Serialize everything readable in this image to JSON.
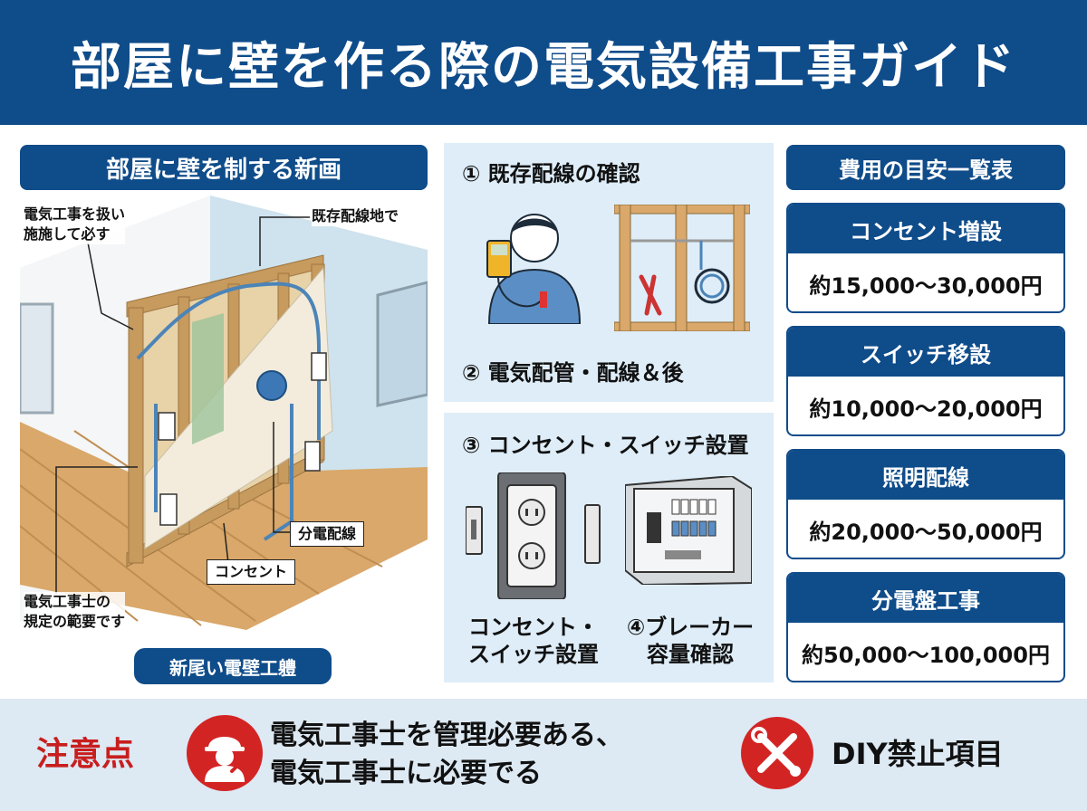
{
  "header": {
    "title": "部屋に壁を作る際の電気設備工事ガイド"
  },
  "left": {
    "title": "部屋に壁を制する新画",
    "callouts": {
      "top_left": "電気工事を扱い\n施施して必す",
      "top_right": "既存配線地で",
      "bottom_left": "電気工事士の\n規定の範要です",
      "distribution": "分電配線",
      "outlet": "コンセント"
    },
    "badge": "新尾い電壁工軆"
  },
  "steps": {
    "step1": "① 既存配線の確認",
    "step2": "② 電気配管・配線＆後",
    "step3": "③ コンセント・スイッチ設置",
    "caption_outlet": "コンセント・\nスイッチ設置",
    "caption_breaker": "④ブレーカー\n容量確認"
  },
  "costs": {
    "title": "費用の目安一覧表",
    "items": [
      {
        "name": "コンセント増設",
        "price": "約15,000〜30,000円"
      },
      {
        "name": "スイッチ移設",
        "price": "約10,000〜20,000円"
      },
      {
        "name": "照明配線",
        "price": "約20,000〜50,000円"
      },
      {
        "name": "分電盤工事",
        "price": "約50,000〜100,000円"
      }
    ]
  },
  "footer": {
    "label": "注意点",
    "text_line1": "電気工事士を管理必要ある、",
    "text_line2": "電気工事士に必要でる",
    "diy": "DIY禁止項目"
  },
  "colors": {
    "brand": "#0f4c8a",
    "panel": "#deedf8",
    "footer": "#dde9f3",
    "warning": "#c81e1e"
  },
  "icons": [
    "worker-icon",
    "no-tools-icon",
    "multimeter-icon",
    "pliers-icon",
    "outlet-icon",
    "breaker-panel-icon"
  ]
}
